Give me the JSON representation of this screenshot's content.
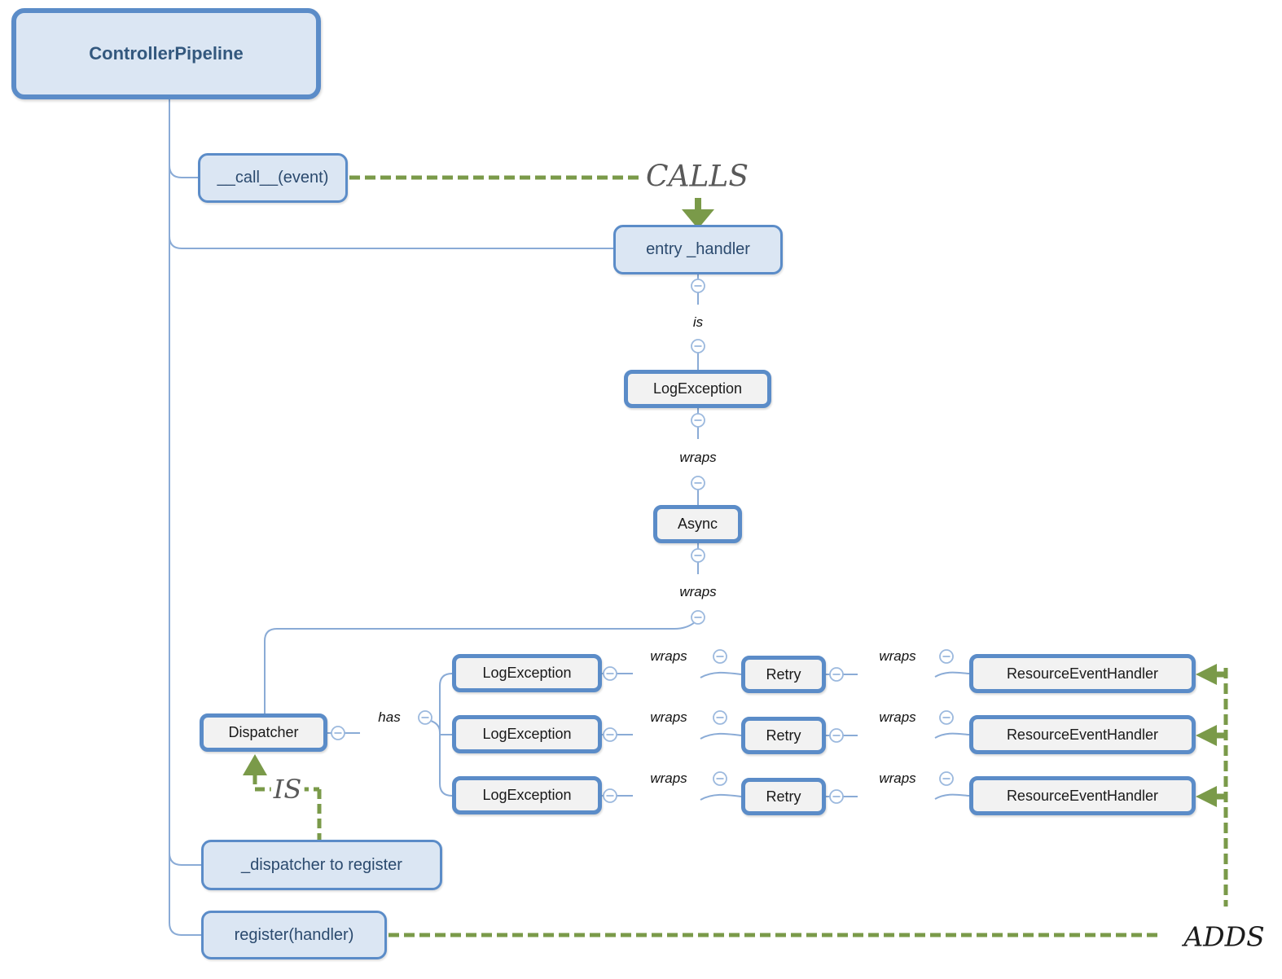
{
  "diagram": {
    "root": {
      "label": "ControllerPipeline"
    },
    "methods": {
      "call": {
        "label": "__call__(event)"
      },
      "entry_handler": {
        "label": "entry _handler"
      },
      "dispatcher_field": {
        "label": "_dispatcher to register"
      },
      "register": {
        "label": "register(handler)"
      }
    },
    "entry_chain": {
      "is": "is",
      "log_exception": {
        "label": "LogException"
      },
      "wraps_1": "wraps",
      "async": {
        "label": "Async"
      },
      "wraps_2": "wraps",
      "dispatcher": {
        "label": "Dispatcher"
      },
      "has": "has"
    },
    "handler_rows": [
      {
        "log": "LogException",
        "wraps_retry": "wraps",
        "retry": "Retry",
        "wraps_handler": "wraps",
        "handler": "ResourceEventHandler"
      },
      {
        "log": "LogException",
        "wraps_retry": "wraps",
        "retry": "Retry",
        "wraps_handler": "wraps",
        "handler": "ResourceEventHandler"
      },
      {
        "log": "LogException",
        "wraps_retry": "wraps",
        "retry": "Retry",
        "wraps_handler": "wraps",
        "handler": "ResourceEventHandler"
      }
    ],
    "edge_labels": {
      "calls": "CALLS",
      "is": "IS",
      "adds": "ADDS"
    },
    "colors": {
      "node_border_blue": "#5b8cc8",
      "blue_node_fill": "#dbe6f3",
      "gray_node_fill": "#f2f2f2",
      "blue_node_text": "#2b4a6e",
      "root_text": "#33587e",
      "connector_blue": "#8aabd6",
      "olive_green": "#7a9a49",
      "edge_label_gray": "#595959",
      "edge_label_dark": "#1c1c1c"
    }
  }
}
